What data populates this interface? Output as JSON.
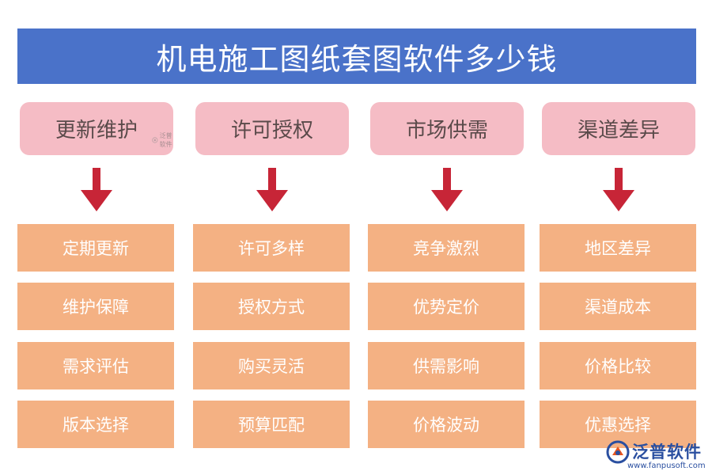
{
  "title": "机电施工图纸套图软件多少钱",
  "colors": {
    "title_bg": "#4a72c9",
    "category_bg": "#f5bcc5",
    "arrow": "#c72537",
    "item_bg": "#f4b183",
    "logo": "#2a4fa0"
  },
  "columns": [
    {
      "category": "更新维护",
      "items": [
        "定期更新",
        "维护保障",
        "需求评估",
        "版本选择"
      ]
    },
    {
      "category": "许可授权",
      "items": [
        "许可多样",
        "授权方式",
        "购买灵活",
        "预算匹配"
      ]
    },
    {
      "category": "市场供需",
      "items": [
        "竞争激烈",
        "优势定价",
        "供需影响",
        "价格波动"
      ]
    },
    {
      "category": "渠道差异",
      "items": [
        "地区差异",
        "渠道成本",
        "价格比较",
        "优惠选择"
      ]
    }
  ],
  "watermark": {
    "small_text": "泛普软件",
    "logo_text": "泛普软件",
    "logo_url": "www.fanpusoft.com"
  }
}
